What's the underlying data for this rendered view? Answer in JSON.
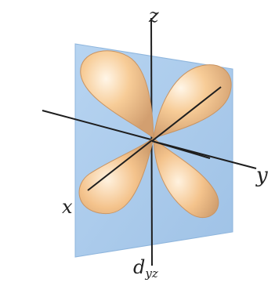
{
  "diagram": {
    "axes": {
      "z": "z",
      "y": "y",
      "x": "x"
    },
    "caption": {
      "main": "d",
      "subscript": "yz"
    },
    "colors": {
      "plane": "#a7c8ea",
      "lobe": "#f8d2a0",
      "lobe_shadow": "#d5a374",
      "axis": "#1e1e1e"
    }
  }
}
